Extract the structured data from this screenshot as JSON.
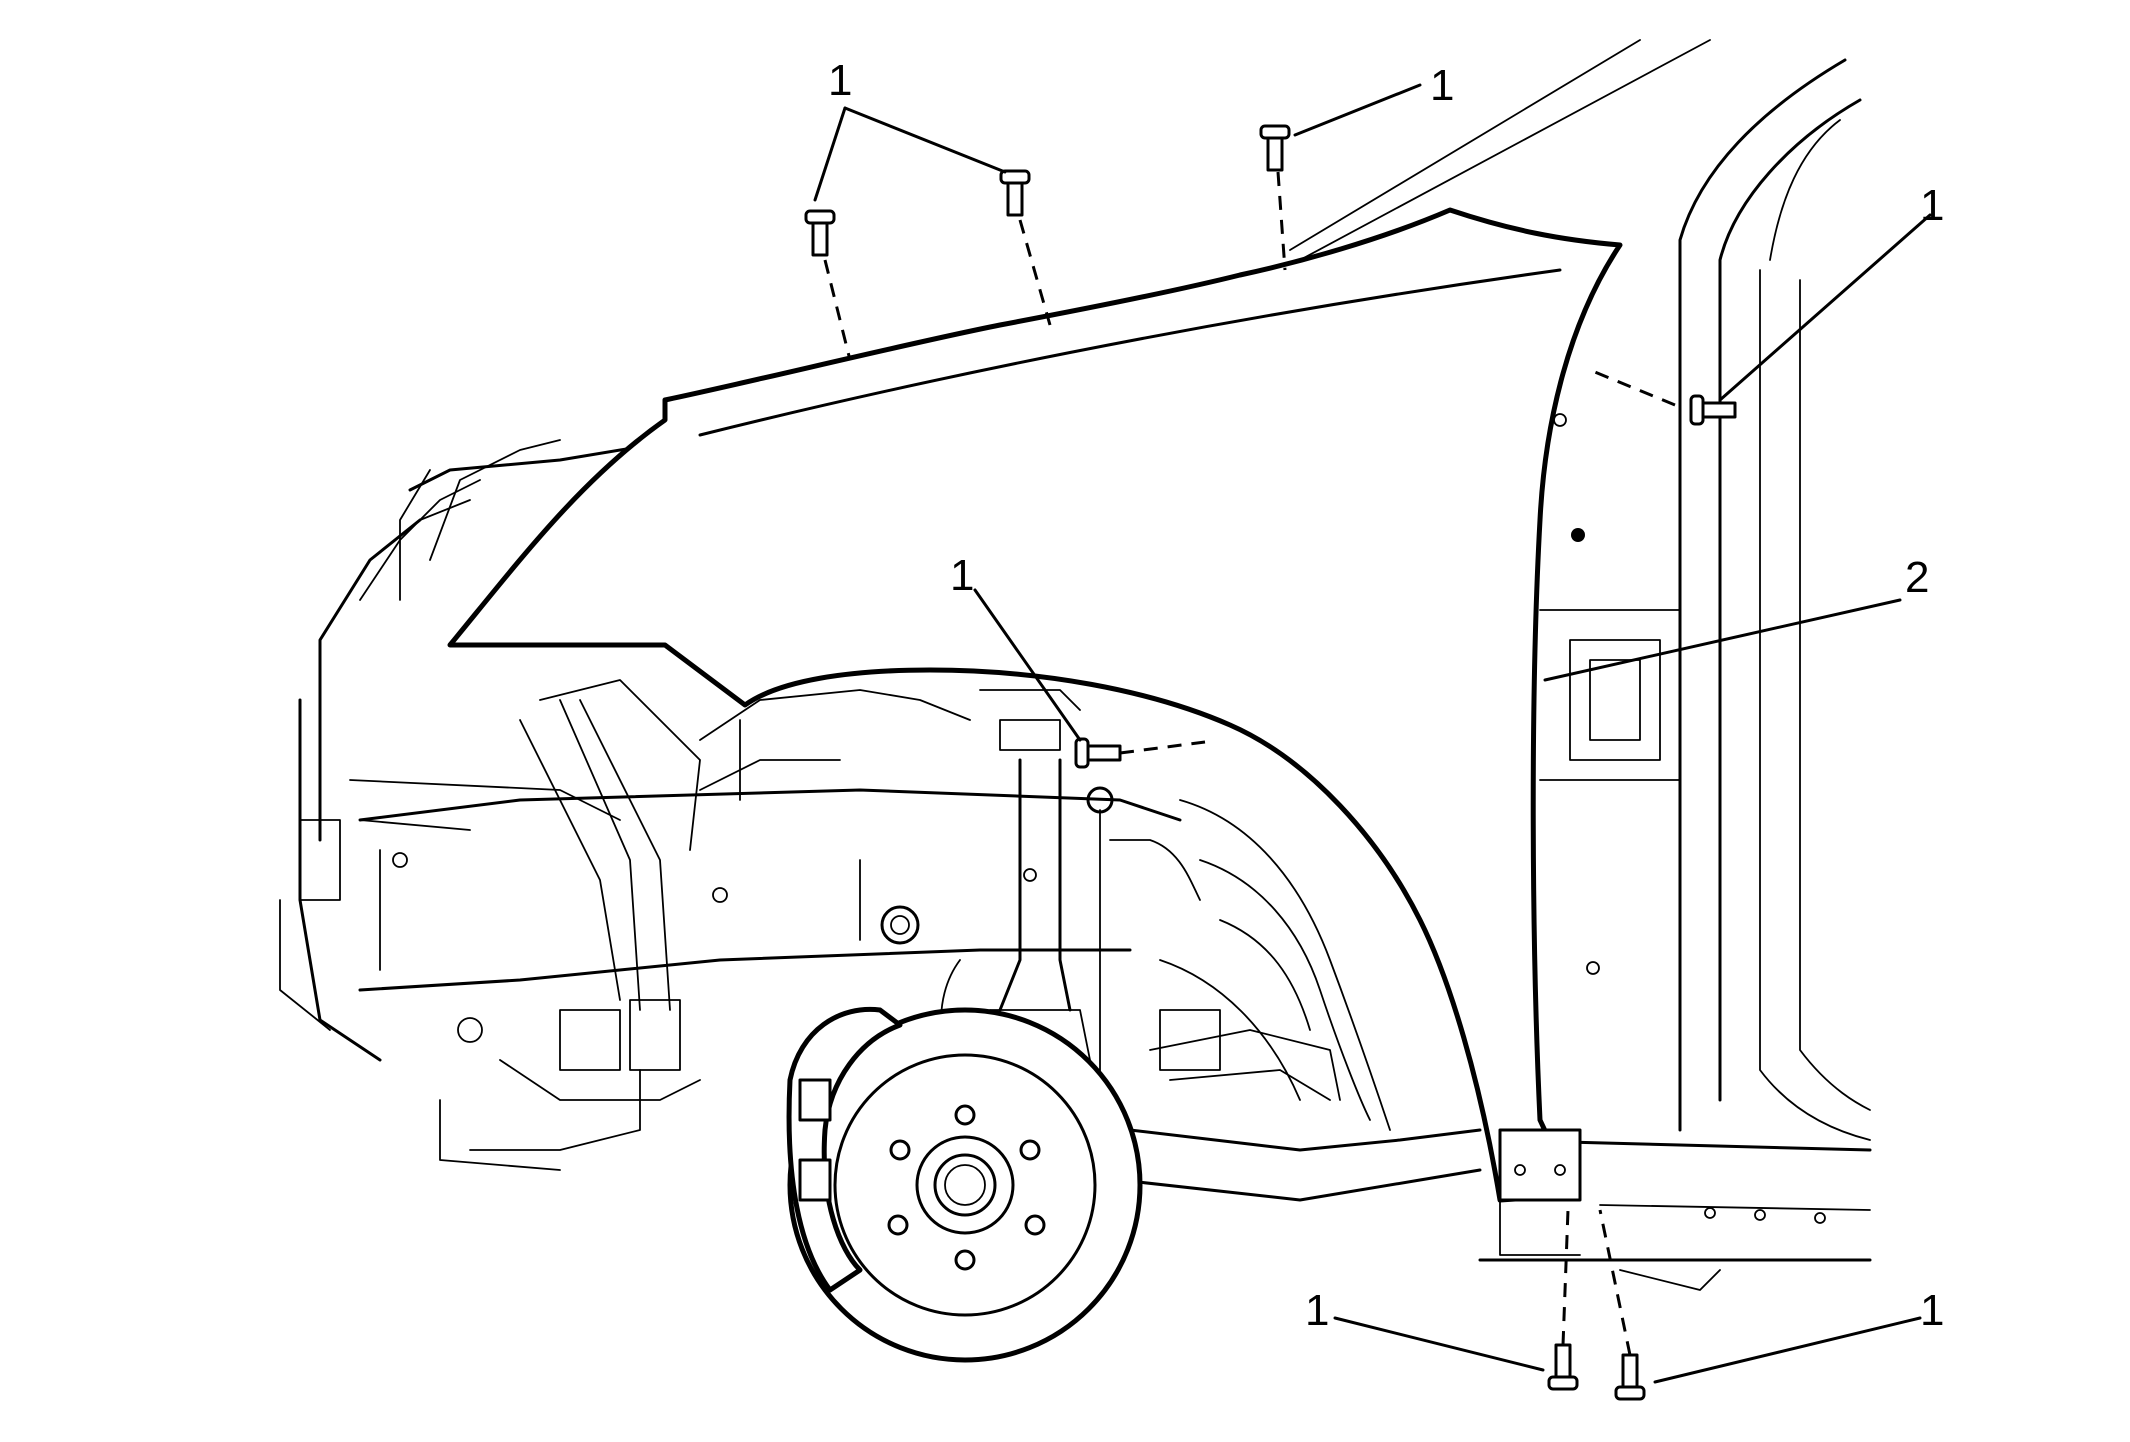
{
  "callouts": [
    {
      "id": "c1",
      "label": "1"
    },
    {
      "id": "c2",
      "label": "1"
    },
    {
      "id": "c3",
      "label": "1"
    },
    {
      "id": "c4",
      "label": "1"
    },
    {
      "id": "c5",
      "label": "2"
    },
    {
      "id": "c6",
      "label": "1"
    },
    {
      "id": "c7",
      "label": "1"
    }
  ]
}
